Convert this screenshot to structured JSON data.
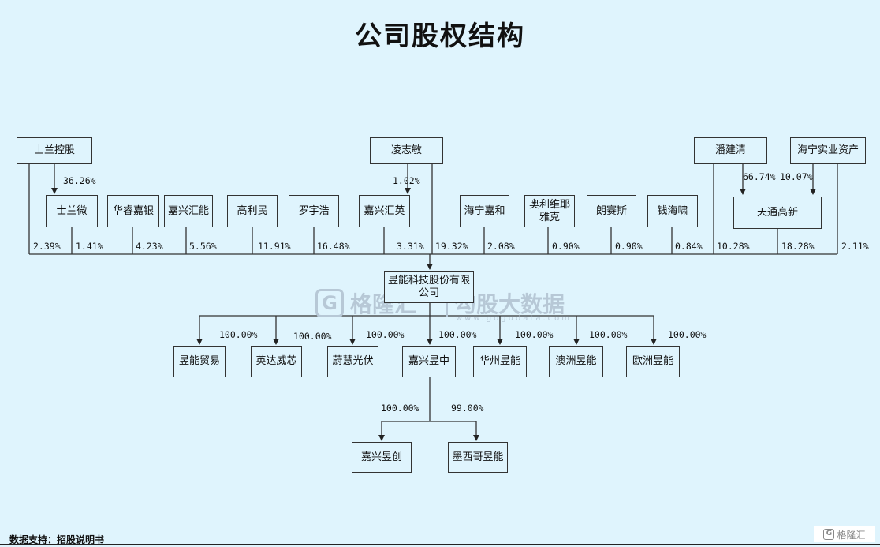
{
  "title": "公司股权结构",
  "footer": "数据支持：招股说明书",
  "watermark": {
    "brand": "格隆汇",
    "slogan": "勾股大数据",
    "url": "www.gogudata.com",
    "logo_letter": "G"
  },
  "corner_logo": {
    "letter": "G",
    "text": "格隆汇"
  },
  "entities": {
    "shilan_holding": "士兰控股",
    "lingzhimin": "凌志敏",
    "panjianqing": "潘建清",
    "haining_industrial": "海宁实业资产",
    "shilanwei": "士兰微",
    "huarui_jiayin": "华睿嘉银",
    "jiaxing_huineng": "嘉兴汇能",
    "gaolimin": "高利民",
    "luoyuhao": "罗宇浩",
    "jiaxing_huiying": "嘉兴汇英",
    "haining_jiahe": "海宁嘉和",
    "aoliwei_yake": "奥利维耶\n雅克",
    "langsaisi": "朗赛斯",
    "qianhaixiao": "钱海啸",
    "tiantong_gaoxin": "天通高新",
    "company": "昱能科技股份有限\n公司",
    "yn_trade": "昱能贸易",
    "yingda_weixin": "英达威芯",
    "weihui_guangfu": "蔚慧光伏",
    "jiaxing_yuzhong": "嘉兴昱中",
    "huazhou_yuneng": "华州昱能",
    "aozhou_yuneng": "澳洲昱能",
    "ouzhou_yuneng": "欧洲昱能",
    "jiaxing_yuchuang": "嘉兴昱创",
    "mexico_yuneng": "墨西哥昱能"
  },
  "stakes": {
    "shilan_to_shilanwei": "36.26%",
    "ling_to_huiying": "1.02%",
    "pan_to_tiantong": "66.74%",
    "haining_to_tiantong": "10.07%",
    "shilan_holding": "2.39%",
    "shilanwei": "1.41%",
    "huarui_jiayin": "4.23%",
    "jiaxing_huineng": "5.56%",
    "gaolimin": "11.91%",
    "luoyuhao": "16.48%",
    "jiaxing_huiying": "3.31%",
    "lingzhimin": "19.32%",
    "haining_jiahe": "2.08%",
    "aoliwei_yake": "0.90%",
    "langsaisi": "0.90%",
    "qianhaixiao": "0.84%",
    "panjianqing": "10.28%",
    "tiantong_gaoxin": "18.28%",
    "haining_industrial": "2.11%",
    "yn_trade": "100.00%",
    "yingda_weixin": "100.00%",
    "weihui_guangfu": "100.00%",
    "jiaxing_yuzhong": "100.00%",
    "huazhou_yuneng": "100.00%",
    "aozhou_yuneng": "100.00%",
    "ouzhou_yuneng": "100.00%",
    "jiaxing_yuchuang": "100.00%",
    "mexico_yuneng": "99.00%"
  }
}
